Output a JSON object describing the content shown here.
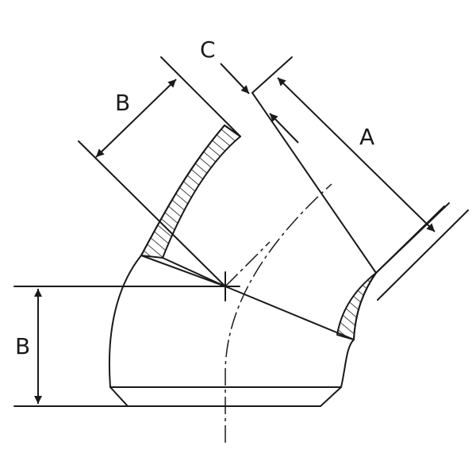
{
  "labels": {
    "a": "A",
    "b_upper": "B",
    "b_lower": "B",
    "c": "C"
  },
  "colors": {
    "line": "#1a1a1a",
    "background": "#ffffff"
  }
}
